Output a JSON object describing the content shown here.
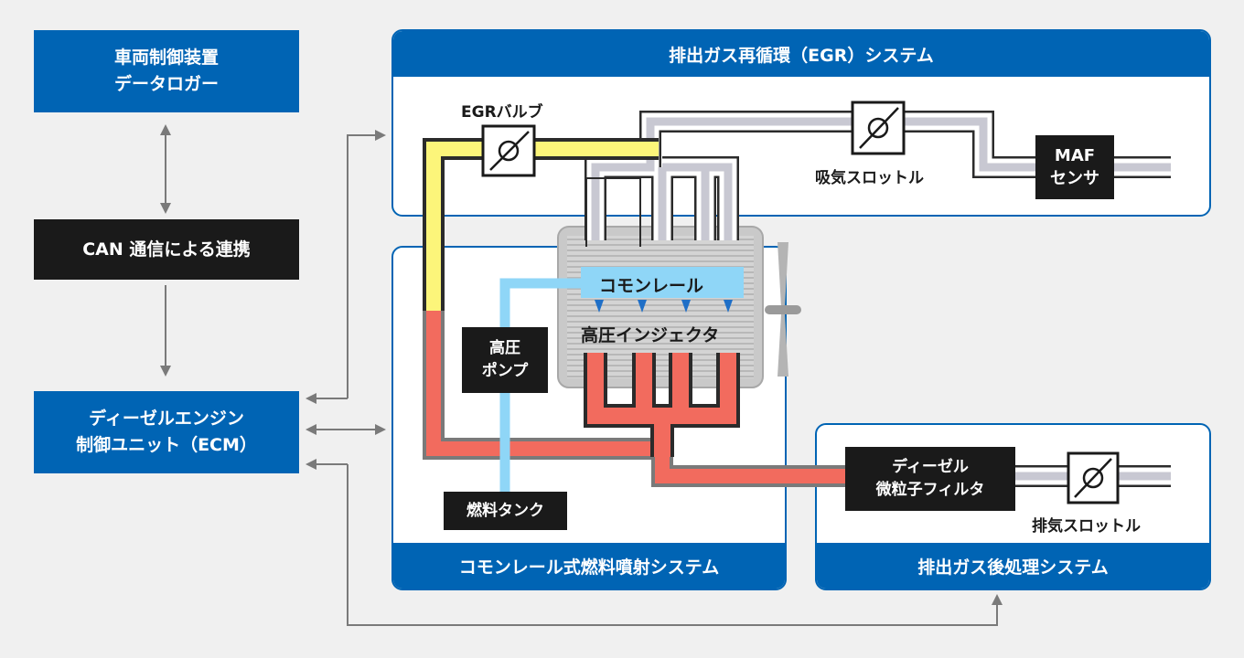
{
  "left": {
    "data_logger": "車両制御装置\nデータロガー",
    "can_bus": "CAN 通信による連携",
    "ecm": "ディーゼルエンジン\n制御ユニット（ECM）"
  },
  "egr_system": {
    "title": "排出ガス再循環（EGR）システム",
    "egr_valve": "EGRバルブ",
    "intake_throttle": "吸気スロットル",
    "maf_sensor": "MAF\nセンサ"
  },
  "fuel_system": {
    "title": "コモンレール式燃料噴射システム",
    "common_rail": "コモンレール",
    "injectors": "高圧インジェクタ",
    "hp_pump": "高圧\nポンプ",
    "fuel_tank": "燃料タンク"
  },
  "aftertreatment": {
    "title": "排出ガス後処理システム",
    "dpf": "ディーゼル\n微粒子フィルタ",
    "exhaust_throttle": "排気スロットル"
  },
  "colors": {
    "brand_blue": "#0064b4",
    "exhaust_red": "#f26b5e",
    "egr_yellow": "#fcf57a",
    "fuel_blue": "#8fd6f7",
    "intake_gray": "#c8c8d2"
  }
}
